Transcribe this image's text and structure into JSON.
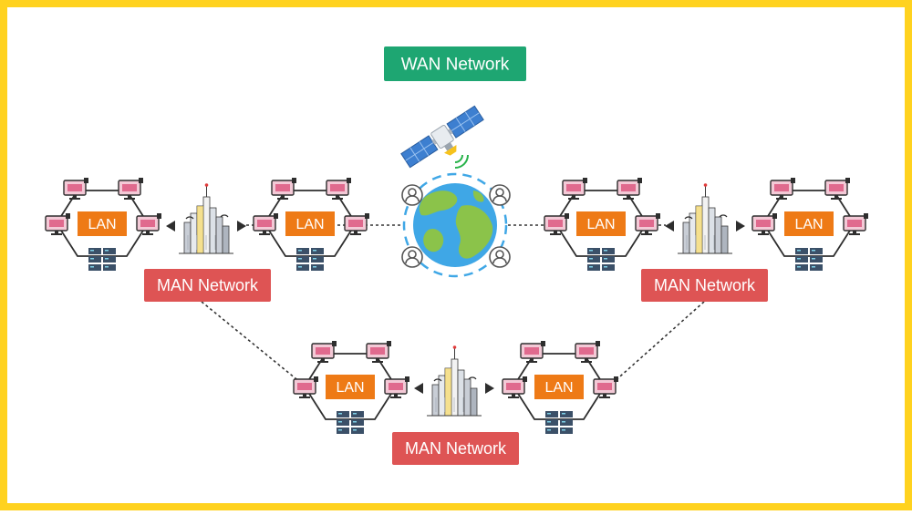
{
  "wan_label": "WAN Network",
  "lans": [
    {
      "label": "LAN"
    },
    {
      "label": "LAN"
    },
    {
      "label": "LAN"
    },
    {
      "label": "LAN"
    },
    {
      "label": "LAN"
    },
    {
      "label": "LAN"
    }
  ],
  "man_labels": [
    {
      "label": "MAN Network"
    },
    {
      "label": "MAN Network"
    },
    {
      "label": "MAN Network"
    }
  ],
  "colors": {
    "frame": "#FFD21F",
    "wan_bg": "#1EA672",
    "lan_bg": "#EE7A16",
    "man_bg": "#DE5454",
    "label_text": "#ffffff",
    "line": "#333333",
    "earth_ocean": "#3FA7E6",
    "earth_land": "#8BC34A",
    "satellite_panel": "#3D7FD0",
    "monitor": "#E06A8E",
    "server": "#3B5068"
  },
  "icons": {
    "satellite": "satellite-icon",
    "earth": "globe-icon",
    "user": "user-icon",
    "city": "city-buildings-icon",
    "computer": "computer-icon",
    "server": "server-rack-icon"
  }
}
